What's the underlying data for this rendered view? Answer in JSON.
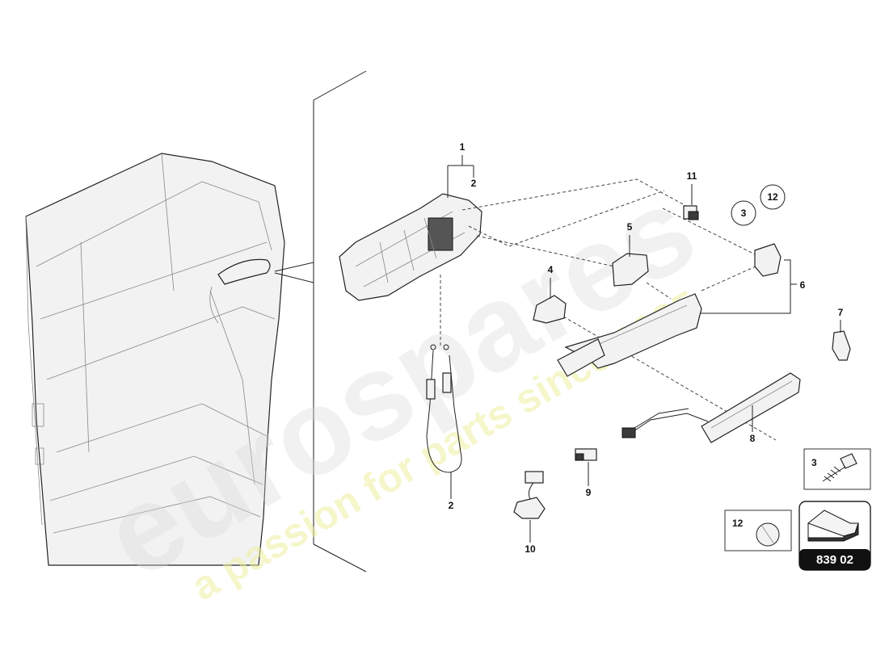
{
  "watermark": {
    "brand": "eurospares",
    "tagline": "a passion for parts since 1985"
  },
  "callouts": [
    {
      "id": "c1",
      "label": "1"
    },
    {
      "id": "c2a",
      "label": "2"
    },
    {
      "id": "c2b",
      "label": "2"
    },
    {
      "id": "c4",
      "label": "4"
    },
    {
      "id": "c5",
      "label": "5"
    },
    {
      "id": "c6",
      "label": "6"
    },
    {
      "id": "c7",
      "label": "7"
    },
    {
      "id": "c8",
      "label": "8"
    },
    {
      "id": "c9",
      "label": "9"
    },
    {
      "id": "c10",
      "label": "10"
    },
    {
      "id": "c11",
      "label": "11"
    }
  ],
  "circled_refs": [
    {
      "id": "r3",
      "label": "3"
    },
    {
      "id": "r12",
      "label": "12"
    }
  ],
  "detail_boxes": [
    {
      "id": "box3",
      "label": "3"
    },
    {
      "id": "box12",
      "label": "12"
    }
  ],
  "diagram_code": "839 02"
}
